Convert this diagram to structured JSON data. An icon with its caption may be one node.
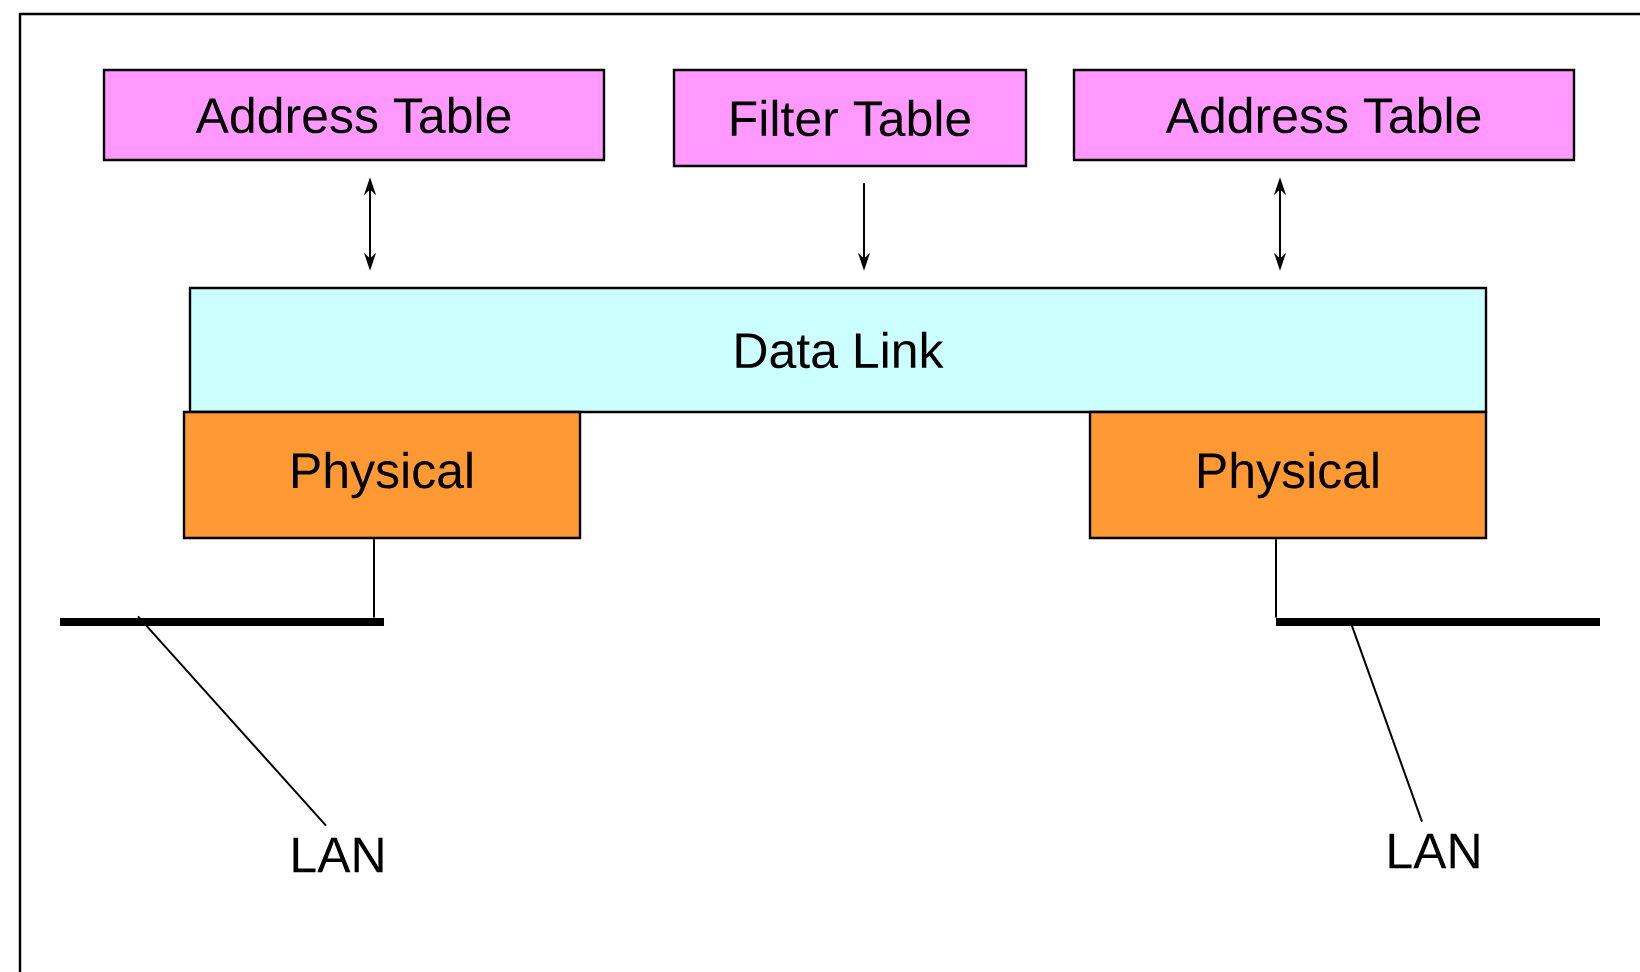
{
  "diagram": {
    "nodes": [
      {
        "text": [
          "Address Table"
        ]
      },
      {
        "text": [
          "Filter Table"
        ]
      },
      {
        "text": [
          "Address Table"
        ]
      },
      {
        "text": [
          "Data Link"
        ]
      },
      {
        "text": [
          "Physical"
        ]
      },
      {
        "text": [
          "Physical"
        ]
      },
      {
        "text": [],
        "shape": "bar"
      },
      {
        "text": [],
        "shape": "bar"
      },
      {
        "text": [
          "LAN"
        ]
      },
      {
        "text": [
          "LAN"
        ]
      }
    ],
    "edges": [
      {
        "from": 0,
        "to": 3,
        "arrow": "both"
      },
      {
        "from": 1,
        "to": 3,
        "arrow": "to"
      },
      {
        "from": 2,
        "to": 3,
        "arrow": "both"
      },
      {
        "from": 4,
        "to": 6,
        "arrow": "none"
      },
      {
        "from": 5,
        "to": 7,
        "arrow": "none"
      },
      {
        "from": 8,
        "to": 6,
        "arrow": "none"
      },
      {
        "from": 9,
        "to": 7,
        "arrow": "none"
      }
    ]
  }
}
